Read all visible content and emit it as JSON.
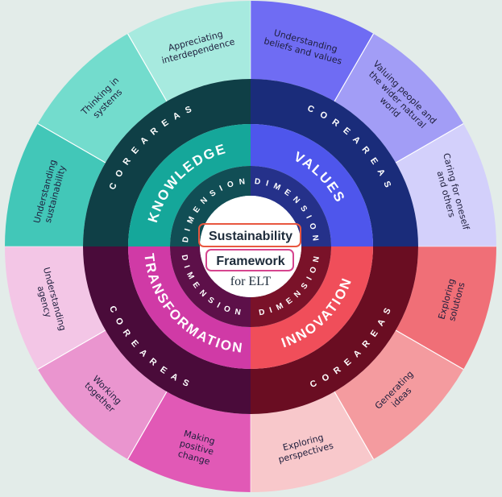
{
  "center": {
    "line1": "Sustainability",
    "line2": "Framework",
    "line3": "for ELT",
    "frame1_color": "#e8573f",
    "frame2_color": "#d6458f"
  },
  "ring_labels": {
    "core_areas": "CORE AREAS",
    "dimension": "DIMENSION"
  },
  "quadrants": [
    {
      "key": "knowledge",
      "name": "KNOWLEDGE",
      "color_core": "#0f3f46",
      "color_dim": "#15a79a",
      "color_inner": "#114e55",
      "areas": [
        {
          "label": "Understanding sustainability",
          "color": "#42c7b8"
        },
        {
          "label": "Thinking in systems",
          "color": "#73dccd"
        },
        {
          "label": "Appreciating interdependence",
          "color": "#a7eadf"
        }
      ]
    },
    {
      "key": "values",
      "name": "VALUES",
      "color_core": "#1a2c7a",
      "color_dim": "#4e56ec",
      "color_inner": "#25318a",
      "areas": [
        {
          "label": "Understanding beliefs and values",
          "color": "#6f6cf3"
        },
        {
          "label": "Valuing people and the wider natural world",
          "color": "#a29df6"
        },
        {
          "label": "Caring for oneself and others",
          "color": "#d3d0fb"
        }
      ]
    },
    {
      "key": "innovation",
      "name": "INNOVATION",
      "color_core": "#6a0d22",
      "color_dim": "#f04e5a",
      "color_inner": "#7a1229",
      "areas": [
        {
          "label": "Exploring solutions",
          "color": "#f06f77"
        },
        {
          "label": "Generating ideas",
          "color": "#f49b9f"
        },
        {
          "label": "Exploring perspectives",
          "color": "#f8c8cb"
        }
      ]
    },
    {
      "key": "transformation",
      "name": "TRANSFORMATION",
      "color_core": "#4a0b3a",
      "color_dim": "#d03aa6",
      "color_inner": "#5d1049",
      "areas": [
        {
          "label": "Making positive change",
          "color": "#e159b6"
        },
        {
          "label": "Working together",
          "color": "#ea95cf"
        },
        {
          "label": "Understanding agency",
          "color": "#f3c6e6"
        }
      ]
    }
  ]
}
